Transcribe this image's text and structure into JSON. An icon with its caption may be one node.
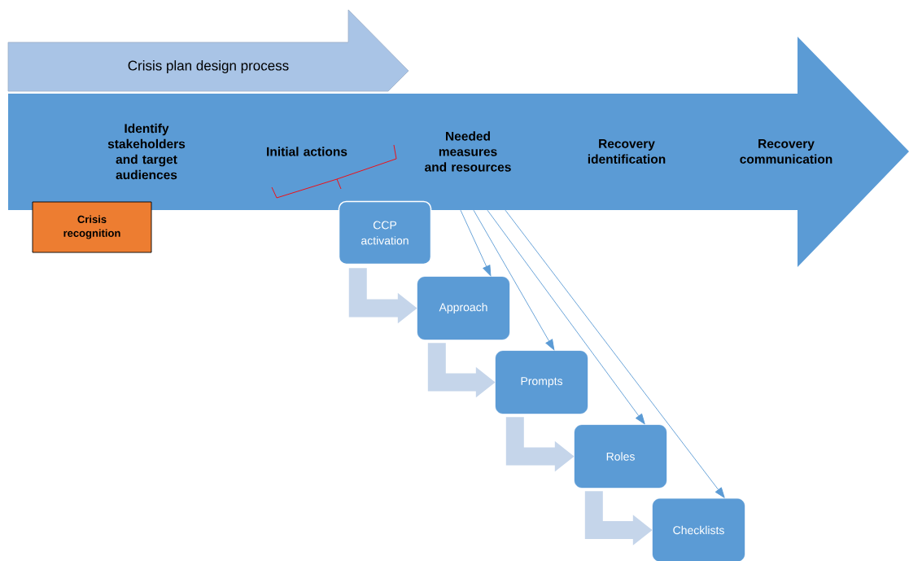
{
  "diagram": {
    "nodes": [
      {
        "text": [
          "Crisis plan design process"
        ]
      },
      {
        "text": [
          "Identify stakeholders and target audiences",
          "Initial actions",
          "Needed measures and resources",
          "Recovery identification",
          "Recovery communication"
        ]
      },
      {
        "text": [
          "Crisis recognition"
        ]
      },
      {
        "text": [
          "CCP activation"
        ]
      },
      {
        "text": [
          "Approach"
        ]
      },
      {
        "text": [
          "Prompts"
        ]
      },
      {
        "text": [
          "Roles"
        ]
      },
      {
        "text": [
          "Checklists"
        ]
      }
    ],
    "edges": [
      {
        "from": 3,
        "to": 4,
        "arrow": "to",
        "style": "thick",
        "color": "#c5d5ea"
      },
      {
        "from": 4,
        "to": 5,
        "arrow": "to",
        "style": "thick",
        "color": "#c5d5ea"
      },
      {
        "from": 5,
        "to": 6,
        "arrow": "to",
        "style": "thick",
        "color": "#c5d5ea"
      },
      {
        "from": 6,
        "to": 7,
        "arrow": "to",
        "style": "thick",
        "color": "#c5d5ea"
      },
      {
        "from": 1,
        "to": 4,
        "arrow": "to",
        "color": "#5b9bd5"
      },
      {
        "from": 1,
        "to": 5,
        "arrow": "to",
        "color": "#5b9bd5"
      },
      {
        "from": 1,
        "to": 6,
        "arrow": "to",
        "color": "#5b9bd5"
      },
      {
        "from": 1,
        "to": 7,
        "arrow": "to",
        "color": "#5b9bd5"
      }
    ]
  }
}
